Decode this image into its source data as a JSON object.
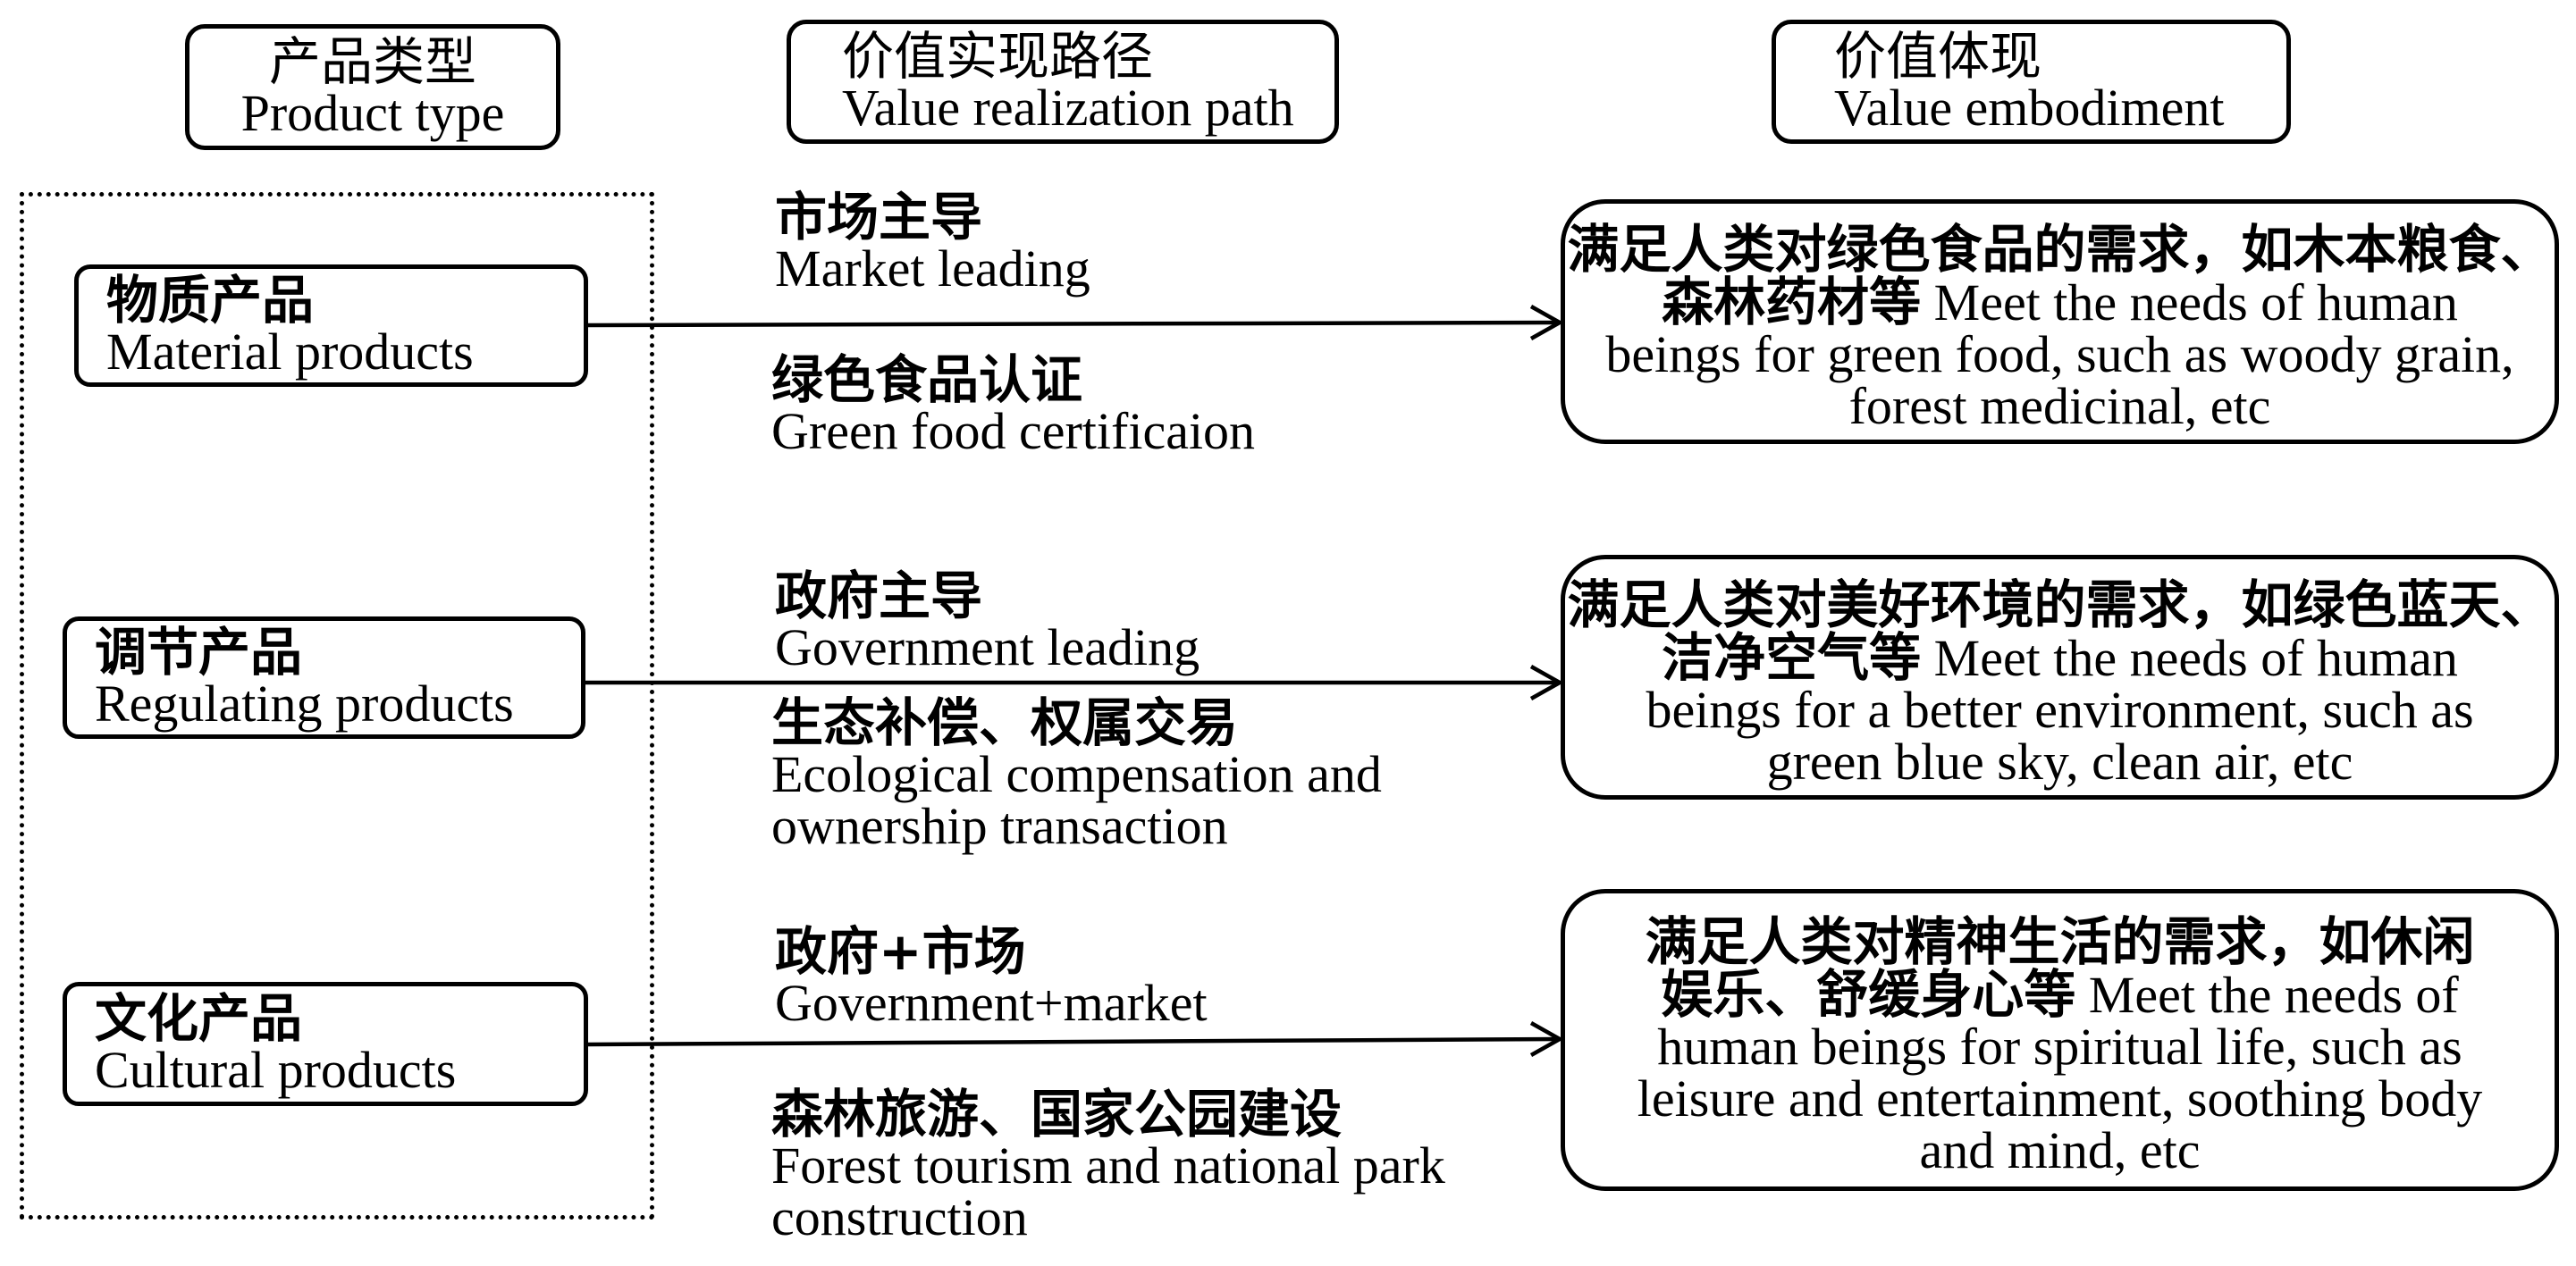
{
  "headers": {
    "product_type": {
      "zh": "产品类型",
      "en": "Product type"
    },
    "value_realization_path": {
      "zh": "价值实现路径",
      "en": "Value realization path"
    },
    "value_embodiment": {
      "zh": "价值体现",
      "en": "Value embodiment"
    }
  },
  "rows": [
    {
      "product": {
        "zh": "物质产品",
        "en": "Material products"
      },
      "path_mode": {
        "zh": "市场主导",
        "en": [
          "Market leading"
        ]
      },
      "path_means": {
        "zh": "绿色食品认证",
        "en": [
          "Green food certificaion"
        ]
      },
      "embodiment": [
        {
          "zh": "满足人类对绿色食品的需求，如木本粮食、"
        },
        {
          "zh": "森林药材等",
          "en": "Meet the needs of human"
        },
        {
          "en": "beings for green food, such as woody grain,"
        },
        {
          "en": "forest medicinal, etc"
        }
      ]
    },
    {
      "product": {
        "zh": "调节产品",
        "en": "Regulating products"
      },
      "path_mode": {
        "zh": "政府主导",
        "en": [
          "Government leading"
        ]
      },
      "path_means": {
        "zh": "生态补偿、权属交易",
        "en": [
          "Ecological compensation and",
          "ownership transaction"
        ]
      },
      "embodiment": [
        {
          "zh": "满足人类对美好环境的需求，如绿色蓝天、"
        },
        {
          "zh": "洁净空气等",
          "en": "Meet the needs of human"
        },
        {
          "en": "beings for a better environment, such as"
        },
        {
          "en": "green blue sky, clean air, etc"
        }
      ]
    },
    {
      "product": {
        "zh": "文化产品",
        "en": "Cultural products"
      },
      "path_mode": {
        "zh": "政府+市场",
        "en": [
          "Government+market"
        ]
      },
      "path_means": {
        "zh": "森林旅游、国家公园建设",
        "en": [
          "Forest tourism and national park",
          "construction"
        ]
      },
      "embodiment": [
        {
          "zh": "满足人类对精神生活的需求，如休闲"
        },
        {
          "zh": "娱乐、舒缓身心等",
          "en": "Meet the needs of"
        },
        {
          "en": "human beings for spiritual life, such as"
        },
        {
          "en": "leisure and entertainment, soothing body"
        },
        {
          "en": "and mind, etc"
        }
      ]
    }
  ]
}
